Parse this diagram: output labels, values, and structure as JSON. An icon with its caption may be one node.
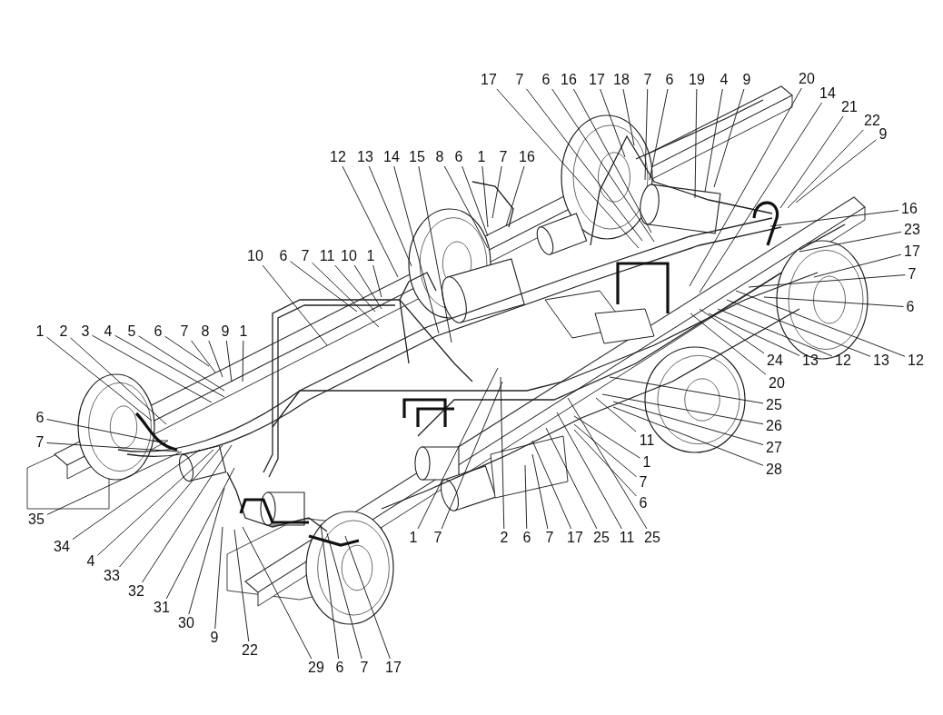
{
  "diagram": {
    "nodes": [
      {
        "text": [
          "17"
        ]
      },
      {
        "text": [
          "7"
        ]
      },
      {
        "text": [
          "6"
        ]
      },
      {
        "text": [
          "16"
        ]
      },
      {
        "text": [
          "17"
        ]
      },
      {
        "text": [
          "18"
        ]
      },
      {
        "text": [
          "7"
        ]
      },
      {
        "text": [
          "6"
        ]
      },
      {
        "text": [
          "19"
        ]
      },
      {
        "text": [
          "4"
        ]
      },
      {
        "text": [
          "9"
        ]
      },
      {
        "text": [
          "20"
        ]
      },
      {
        "text": [
          "14"
        ]
      },
      {
        "text": [
          "21"
        ]
      },
      {
        "text": [
          "22"
        ]
      },
      {
        "text": [
          "9"
        ]
      },
      {
        "text": [
          "12"
        ]
      },
      {
        "text": [
          "13"
        ]
      },
      {
        "text": [
          "14"
        ]
      },
      {
        "text": [
          "15"
        ]
      },
      {
        "text": [
          "8"
        ]
      },
      {
        "text": [
          "6"
        ]
      },
      {
        "text": [
          "1"
        ]
      },
      {
        "text": [
          "7"
        ]
      },
      {
        "text": [
          "16"
        ]
      },
      {
        "text": [
          "10"
        ]
      },
      {
        "text": [
          "6"
        ]
      },
      {
        "text": [
          "7"
        ]
      },
      {
        "text": [
          "11"
        ]
      },
      {
        "text": [
          "10"
        ]
      },
      {
        "text": [
          "1"
        ]
      },
      {
        "text": [
          "1"
        ]
      },
      {
        "text": [
          "2"
        ]
      },
      {
        "text": [
          "3"
        ]
      },
      {
        "text": [
          "4"
        ]
      },
      {
        "text": [
          "5"
        ]
      },
      {
        "text": [
          "6"
        ]
      },
      {
        "text": [
          "7"
        ]
      },
      {
        "text": [
          "8"
        ]
      },
      {
        "text": [
          "9"
        ]
      },
      {
        "text": [
          "1"
        ]
      },
      {
        "text": [
          "6"
        ]
      },
      {
        "text": [
          "7"
        ]
      },
      {
        "text": [
          "16"
        ]
      },
      {
        "text": [
          "23"
        ]
      },
      {
        "text": [
          "17"
        ]
      },
      {
        "text": [
          "7"
        ]
      },
      {
        "text": [
          "6"
        ]
      },
      {
        "text": [
          "24"
        ]
      },
      {
        "text": [
          "13"
        ]
      },
      {
        "text": [
          "12"
        ]
      },
      {
        "text": [
          "13"
        ]
      },
      {
        "text": [
          "12"
        ]
      },
      {
        "text": [
          "20"
        ]
      },
      {
        "text": [
          "25"
        ]
      },
      {
        "text": [
          "26"
        ]
      },
      {
        "text": [
          "27"
        ]
      },
      {
        "text": [
          "28"
        ]
      },
      {
        "text": [
          "11"
        ]
      },
      {
        "text": [
          "1"
        ]
      },
      {
        "text": [
          "7"
        ]
      },
      {
        "text": [
          "6"
        ]
      },
      {
        "text": [
          "1"
        ]
      },
      {
        "text": [
          "7"
        ]
      },
      {
        "text": [
          "2"
        ]
      },
      {
        "text": [
          "6"
        ]
      },
      {
        "text": [
          "7"
        ]
      },
      {
        "text": [
          "17"
        ]
      },
      {
        "text": [
          "25"
        ]
      },
      {
        "text": [
          "11"
        ]
      },
      {
        "text": [
          "25"
        ]
      },
      {
        "text": [
          "35"
        ]
      },
      {
        "text": [
          "34"
        ]
      },
      {
        "text": [
          "4"
        ]
      },
      {
        "text": [
          "33"
        ]
      },
      {
        "text": [
          "32"
        ]
      },
      {
        "text": [
          "31"
        ]
      },
      {
        "text": [
          "30"
        ]
      },
      {
        "text": [
          "9"
        ]
      },
      {
        "text": [
          "22"
        ]
      },
      {
        "text": [
          "29"
        ]
      },
      {
        "text": [
          "6"
        ]
      },
      {
        "text": [
          "7"
        ]
      },
      {
        "text": [
          "17"
        ]
      }
    ],
    "edges": [
      {
        "from": 0,
        "to": null,
        "arrow": "none"
      },
      {
        "from": 1,
        "to": null,
        "arrow": "none"
      },
      {
        "from": 2,
        "to": null,
        "arrow": "none"
      },
      {
        "from": 3,
        "to": null,
        "arrow": "none"
      },
      {
        "from": 4,
        "to": null,
        "arrow": "none"
      },
      {
        "from": 5,
        "to": null,
        "arrow": "none"
      },
      {
        "from": 6,
        "to": null,
        "arrow": "none"
      },
      {
        "from": 7,
        "to": null,
        "arrow": "none"
      },
      {
        "from": 8,
        "to": null,
        "arrow": "none"
      },
      {
        "from": 9,
        "to": null,
        "arrow": "none"
      },
      {
        "from": 10,
        "to": null,
        "arrow": "none"
      },
      {
        "from": 11,
        "to": null,
        "arrow": "none"
      },
      {
        "from": 12,
        "to": null,
        "arrow": "none"
      },
      {
        "from": 13,
        "to": null,
        "arrow": "none"
      },
      {
        "from": 14,
        "to": null,
        "arrow": "none"
      },
      {
        "from": 15,
        "to": null,
        "arrow": "none"
      },
      {
        "from": 16,
        "to": null,
        "arrow": "none"
      },
      {
        "from": 17,
        "to": null,
        "arrow": "none"
      },
      {
        "from": 18,
        "to": null,
        "arrow": "none"
      },
      {
        "from": 19,
        "to": null,
        "arrow": "none"
      },
      {
        "from": 20,
        "to": null,
        "arrow": "none"
      },
      {
        "from": 21,
        "to": null,
        "arrow": "none"
      },
      {
        "from": 22,
        "to": null,
        "arrow": "none"
      },
      {
        "from": 23,
        "to": null,
        "arrow": "none"
      },
      {
        "from": 24,
        "to": null,
        "arrow": "none"
      },
      {
        "from": 25,
        "to": null,
        "arrow": "none"
      },
      {
        "from": 26,
        "to": null,
        "arrow": "none"
      },
      {
        "from": 27,
        "to": null,
        "arrow": "none"
      },
      {
        "from": 28,
        "to": null,
        "arrow": "none"
      },
      {
        "from": 29,
        "to": null,
        "arrow": "none"
      },
      {
        "from": 30,
        "to": null,
        "arrow": "none"
      },
      {
        "from": 31,
        "to": null,
        "arrow": "none"
      },
      {
        "from": 32,
        "to": null,
        "arrow": "none"
      },
      {
        "from": 33,
        "to": null,
        "arrow": "none"
      },
      {
        "from": 34,
        "to": null,
        "arrow": "none"
      },
      {
        "from": 35,
        "to": null,
        "arrow": "none"
      },
      {
        "from": 36,
        "to": null,
        "arrow": "none"
      },
      {
        "from": 37,
        "to": null,
        "arrow": "none"
      },
      {
        "from": 38,
        "to": null,
        "arrow": "none"
      },
      {
        "from": 39,
        "to": null,
        "arrow": "none"
      },
      {
        "from": 40,
        "to": null,
        "arrow": "none"
      },
      {
        "from": 41,
        "to": null,
        "arrow": "none"
      },
      {
        "from": 42,
        "to": null,
        "arrow": "none"
      },
      {
        "from": 43,
        "to": null,
        "arrow": "none"
      },
      {
        "from": 44,
        "to": null,
        "arrow": "none"
      },
      {
        "from": 45,
        "to": null,
        "arrow": "none"
      },
      {
        "from": 46,
        "to": null,
        "arrow": "none"
      },
      {
        "from": 47,
        "to": null,
        "arrow": "none"
      },
      {
        "from": 48,
        "to": null,
        "arrow": "none"
      },
      {
        "from": 49,
        "to": null,
        "arrow": "none"
      },
      {
        "from": 50,
        "to": null,
        "arrow": "none"
      },
      {
        "from": 51,
        "to": null,
        "arrow": "none"
      },
      {
        "from": 52,
        "to": null,
        "arrow": "none"
      },
      {
        "from": 53,
        "to": null,
        "arrow": "none"
      },
      {
        "from": 54,
        "to": null,
        "arrow": "none"
      },
      {
        "from": 55,
        "to": null,
        "arrow": "none"
      },
      {
        "from": 56,
        "to": null,
        "arrow": "none"
      },
      {
        "from": 57,
        "to": null,
        "arrow": "none"
      },
      {
        "from": 58,
        "to": null,
        "arrow": "none"
      },
      {
        "from": 59,
        "to": null,
        "arrow": "none"
      },
      {
        "from": 60,
        "to": null,
        "arrow": "none"
      },
      {
        "from": 61,
        "to": null,
        "arrow": "none"
      },
      {
        "from": 62,
        "to": null,
        "arrow": "none"
      },
      {
        "from": 63,
        "to": null,
        "arrow": "none"
      },
      {
        "from": 64,
        "to": null,
        "arrow": "none"
      },
      {
        "from": 65,
        "to": null,
        "arrow": "none"
      },
      {
        "from": 66,
        "to": null,
        "arrow": "none"
      },
      {
        "from": 67,
        "to": null,
        "arrow": "none"
      },
      {
        "from": 68,
        "to": null,
        "arrow": "none"
      },
      {
        "from": 69,
        "to": null,
        "arrow": "none"
      },
      {
        "from": 70,
        "to": null,
        "arrow": "none"
      },
      {
        "from": 71,
        "to": null,
        "arrow": "none"
      },
      {
        "from": 72,
        "to": null,
        "arrow": "none"
      },
      {
        "from": 73,
        "to": null,
        "arrow": "none"
      },
      {
        "from": 74,
        "to": null,
        "arrow": "none"
      },
      {
        "from": 75,
        "to": null,
        "arrow": "none"
      },
      {
        "from": 76,
        "to": null,
        "arrow": "none"
      },
      {
        "from": 77,
        "to": null,
        "arrow": "none"
      },
      {
        "from": 78,
        "to": null,
        "arrow": "none"
      },
      {
        "from": 79,
        "to": null,
        "arrow": "none"
      },
      {
        "from": 80,
        "to": null,
        "arrow": "none"
      },
      {
        "from": 81,
        "to": null,
        "arrow": "none"
      },
      {
        "from": 82,
        "to": null,
        "arrow": "none"
      },
      {
        "from": 83,
        "to": null,
        "arrow": "none"
      }
    ]
  }
}
